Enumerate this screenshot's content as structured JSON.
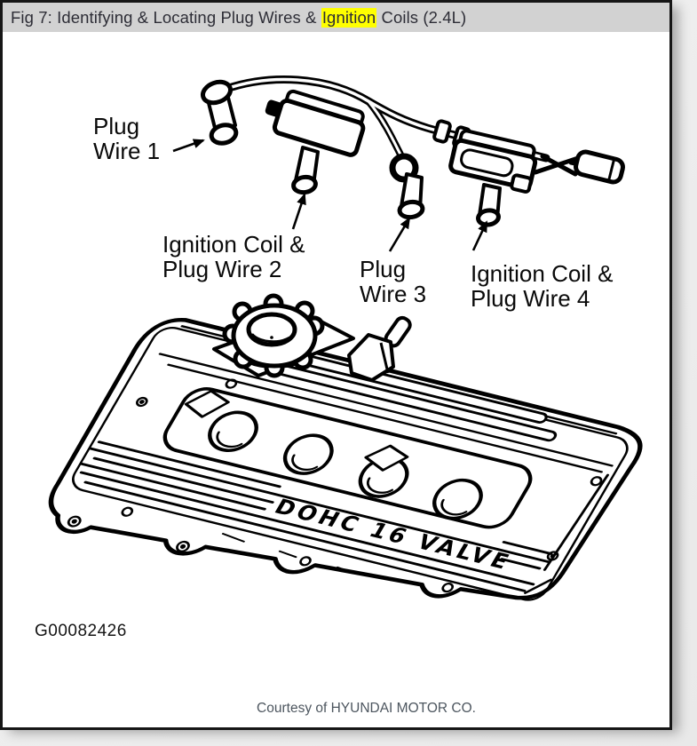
{
  "title_bar": {
    "prefix": "Fig 7: Identifying & Locating Plug Wires & ",
    "highlight": "Ignition",
    "suffix": " Coils (2.4L)"
  },
  "figure": {
    "labels": [
      {
        "id": "plug-wire-1",
        "lines": [
          "Plug",
          "Wire 1"
        ]
      },
      {
        "id": "ignition-coil-plug-wire-2",
        "lines": [
          "Ignition Coil &",
          "Plug Wire 2"
        ]
      },
      {
        "id": "plug-wire-3",
        "lines": [
          "Plug",
          "Wire 3"
        ]
      },
      {
        "id": "ignition-coil-plug-wire-4",
        "lines": [
          "Ignition Coil &",
          "Plug Wire 4"
        ]
      }
    ],
    "embossed_text": "DOHC 16 VALVE",
    "figure_id": "G00082426",
    "credit": "Courtesy of HYUNDAI MOTOR CO."
  },
  "colors": {
    "highlight_bg": "#ffff00",
    "titlebar_bg": "#d2d2d2",
    "titlebar_text": "#2d2d36",
    "page_bg": "#ffffff",
    "line_art_ink": "#000000",
    "credit_text": "#4d565f",
    "page_border": "#161616"
  }
}
